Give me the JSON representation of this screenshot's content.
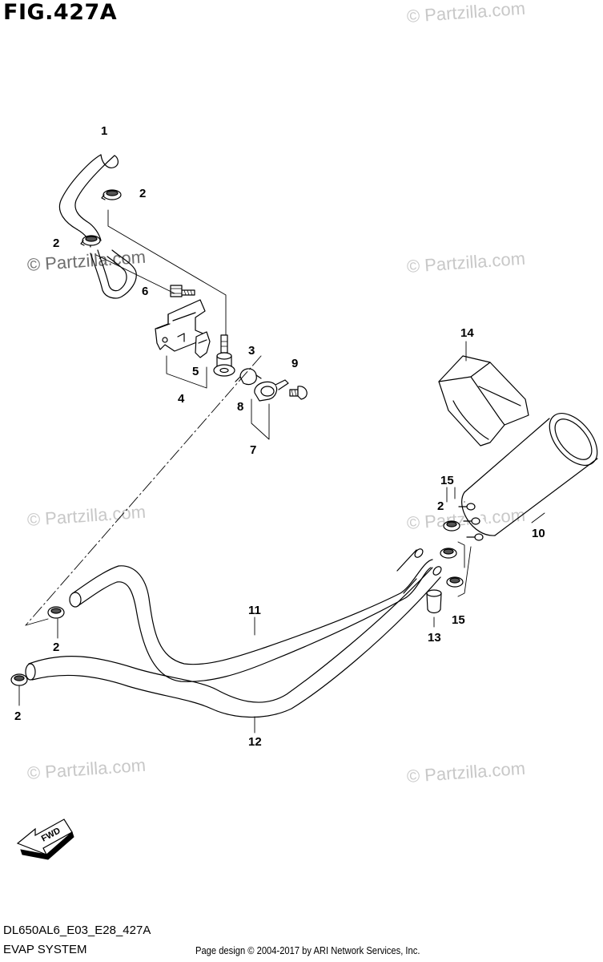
{
  "figure": {
    "title": "FIG.427A"
  },
  "watermarks": [
    {
      "text": "© Partzilla.com",
      "tone": "light"
    },
    {
      "text": "© Partzilla.com",
      "tone": "dark"
    },
    {
      "text": "© Partzilla.com",
      "tone": "light"
    },
    {
      "text": "© Partzilla.com",
      "tone": "light"
    },
    {
      "text": "© Partzilla.com",
      "tone": "light"
    },
    {
      "text": "© Partzilla.com",
      "tone": "light"
    },
    {
      "text": "© Partzilla.com",
      "tone": "light"
    }
  ],
  "callouts": {
    "part_1": "1",
    "part_2_a": "2",
    "part_2_b": "2",
    "part_2_c": "2",
    "part_2_d": "2",
    "part_2_e": "2",
    "part_3": "3",
    "part_4": "4",
    "part_5": "5",
    "part_6": "6",
    "part_7": "7",
    "part_8": "8",
    "part_9": "9",
    "part_10": "10",
    "part_11": "11",
    "part_12": "12",
    "part_13": "13",
    "part_14": "14",
    "part_15_a": "15",
    "part_15_b": "15"
  },
  "fwd_arrow": {
    "label": "FWD"
  },
  "footer": {
    "model_code": "DL650AL6_E03_E28_427A",
    "system_name": "EVAP SYSTEM",
    "credit": "Page design © 2004-2017 by ARI Network Services, Inc."
  },
  "colors": {
    "line": "#000000",
    "watermark_light": "#c8c8c8",
    "watermark_dark": "#6e6e6e"
  }
}
